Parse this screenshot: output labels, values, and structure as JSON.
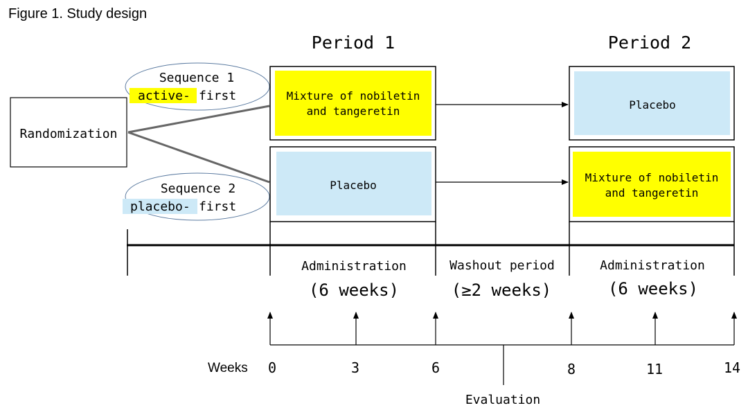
{
  "figure_title": "Figure 1. Study design",
  "periods": {
    "period1": "Period 1",
    "period2": "Period 2"
  },
  "randomization": "Randomization",
  "sequences": {
    "seq1_title": "Sequence 1",
    "seq1_highlight": "active-",
    "seq1_rest": "first",
    "seq2_title": "Sequence 2",
    "seq2_highlight": "placebo-",
    "seq2_rest": "first"
  },
  "treatments": {
    "active_line1": "Mixture of nobiletin",
    "active_line2": "and tangeretin",
    "placebo": "Placebo"
  },
  "phases": {
    "admin1": "Administration",
    "admin1_duration": "(6 weeks)",
    "washout": "Washout period",
    "washout_duration": "(≥2 weeks)",
    "admin2": "Administration",
    "admin2_duration": "(6 weeks)"
  },
  "timeline": {
    "weeks_label": "Weeks",
    "ticks": [
      "0",
      "3",
      "6",
      "8",
      "11",
      "14"
    ],
    "evaluation": "Evaluation"
  },
  "colors": {
    "active": "#ffff00",
    "placebo": "#cde9f7",
    "highlight_active": "#ffff00",
    "highlight_placebo": "#cde9f7",
    "line": "#000000",
    "connector": "#666666"
  }
}
